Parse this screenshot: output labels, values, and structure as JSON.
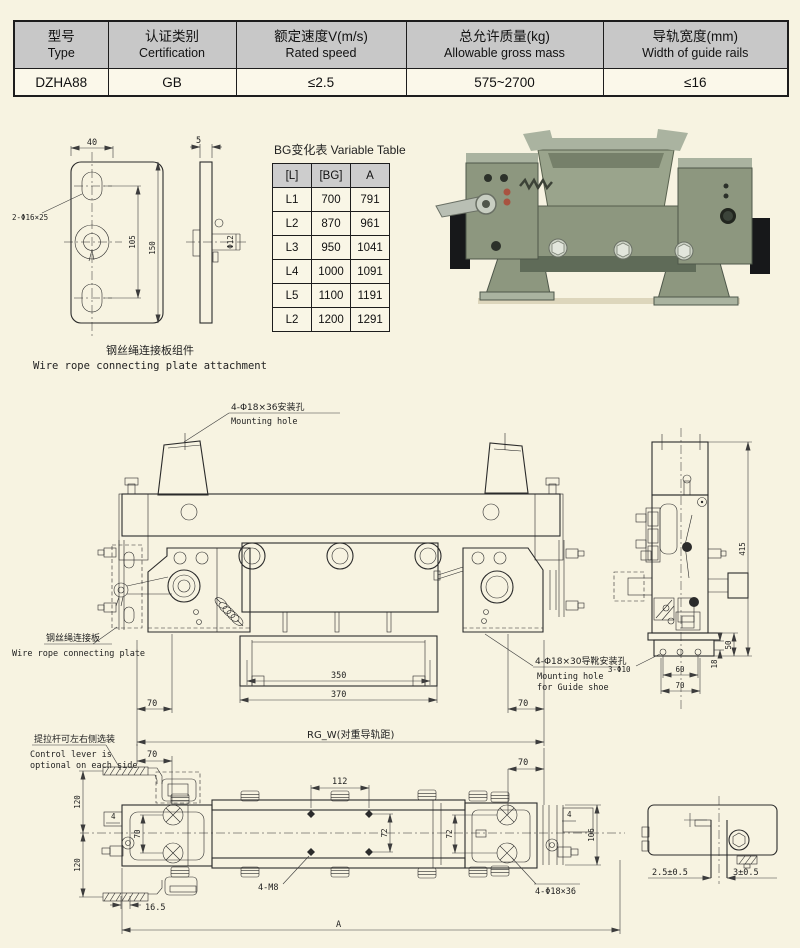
{
  "colors": {
    "page_bg": "#f7f3e1",
    "table_header_bg": "#c8c8c8",
    "cell_bg": "#fbf8ea",
    "line": "#2b2b2b",
    "photo_body": "#8d977f",
    "photo_light": "#aab3a0",
    "photo_mid": "#9aa48c",
    "photo_dark": "#5f6b58",
    "photo_pad": "#17181a",
    "photo_bolt": "#cdd3c6"
  },
  "spec_table": {
    "columns": [
      {
        "zh": "型号",
        "en": "Type"
      },
      {
        "zh": "认证类别",
        "en": "Certification"
      },
      {
        "zh": "额定速度V(m/s)",
        "en": "Rated speed"
      },
      {
        "zh": "总允许质量(kg)",
        "en": "Allowable gross mass"
      },
      {
        "zh": "导轨宽度(mm)",
        "en": "Width of guide rails"
      }
    ],
    "values": [
      "DZHA88",
      "GB",
      "≤2.5",
      "575~2700",
      "≤16"
    ]
  },
  "bg_table": {
    "title": "BG变化表 Variable Table",
    "headers": [
      "[L]",
      "[BG]",
      "A"
    ],
    "rows": [
      [
        "L1",
        "700",
        "791"
      ],
      [
        "L2",
        "870",
        "961"
      ],
      [
        "L3",
        "950",
        "1041"
      ],
      [
        "L4",
        "1000",
        "1091"
      ],
      [
        "L5",
        "1100",
        "1191"
      ],
      [
        "L2",
        "1200",
        "1291"
      ]
    ]
  },
  "plate_drawing": {
    "dim_width": "40",
    "label_slots": "2-Φ16×25",
    "dim_pitch": "105",
    "dim_height": "150",
    "dim_thickness": "5",
    "dim_shaft": "Φ12",
    "caption_zh": "钢丝绳连接板组件",
    "caption_en": "Wire rope connecting plate attachment"
  },
  "front_view": {
    "ann_mounting_zh": "4-Φ18×36安装孔",
    "ann_mounting_en": "Mounting hole",
    "ann_plate_zh": "钢丝绳连接板",
    "ann_plate_en": "Wire rope connecting plate",
    "ann_guideshoe_zh": "4-Φ18×30导靴安装孔",
    "ann_guideshoe_en1": "Mounting hole",
    "ann_guideshoe_en2": "for Guide shoe",
    "dim_350": "350",
    "dim_370": "370",
    "dim_70_left": "70",
    "dim_70_right": "70",
    "dim_rgw": "RG_W(对重导轨距)"
  },
  "side_view": {
    "dim_415": "415",
    "dim_50": "50",
    "dim_18": "18",
    "dim_60": "60",
    "dim_70": "70",
    "label_holes": "3-Φ10"
  },
  "plan_view": {
    "ann_lever_zh": "提拉杆可左右侧选装",
    "ann_lever_en1": "Control lever is",
    "ann_lever_en2": "optional on each side",
    "dim_70_left": "70",
    "dim_120_top": "120",
    "dim_120_bottom": "120",
    "dim_16_5": "16.5",
    "dim_4_left": "4",
    "dim_70_block_left": "70",
    "dim_112": "112",
    "dim_72_mid": "72",
    "dim_72_right": "72",
    "dim_70_right": "70",
    "dim_4_right": "4",
    "dim_106": "106",
    "label_m8": "4-M8",
    "label_holes": "4-Φ18×36",
    "dim_overall": "A"
  },
  "rail_detail": {
    "dim_gap": "2.5±0.5",
    "dim_rail": "3±0.5"
  }
}
